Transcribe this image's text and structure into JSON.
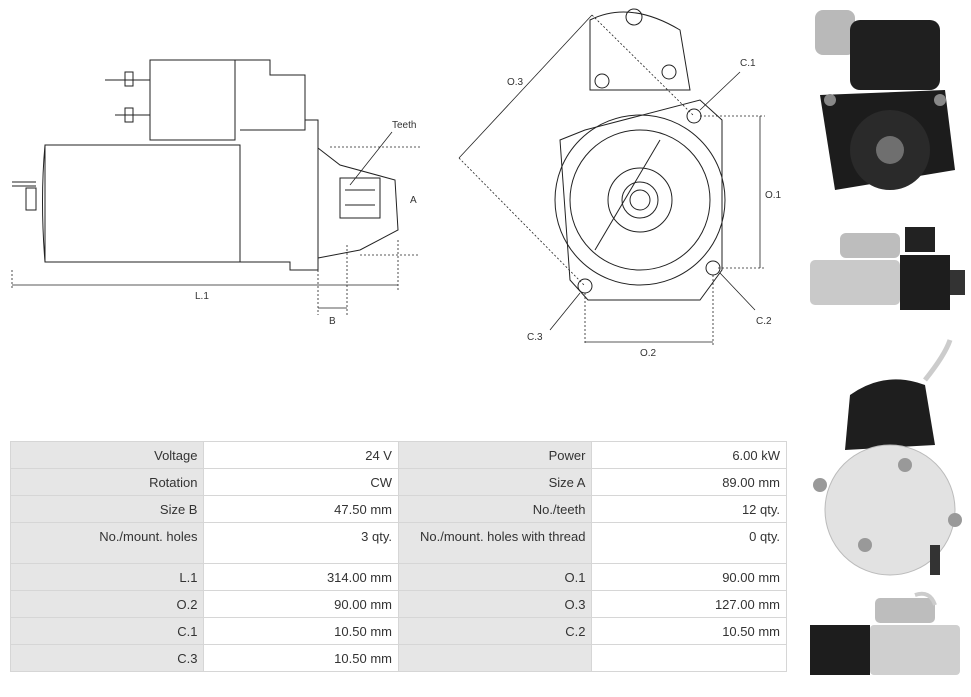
{
  "drawing": {
    "labels": {
      "teeth": "Teeth",
      "a": "A",
      "b": "B",
      "l1": "L.1",
      "o1": "O.1",
      "o2": "O.2",
      "o3": "O.3",
      "c1": "C.1",
      "c2": "C.2",
      "c3": "C.3"
    }
  },
  "specs": {
    "rows": [
      {
        "l1": "Voltage",
        "v1": "24 V",
        "l2": "Power",
        "v2": "6.00 kW"
      },
      {
        "l1": "Rotation",
        "v1": "CW",
        "l2": "Size A",
        "v2": "89.00 mm"
      },
      {
        "l1": "Size B",
        "v1": "47.50 mm",
        "l2": "No./teeth",
        "v2": "12 qty."
      },
      {
        "l1": "No./mount. holes",
        "v1": "3 qty.",
        "l2": "No./mount. holes with thread",
        "v2": "0 qty."
      },
      {
        "l1": "L.1",
        "v1": "314.00 mm",
        "l2": "O.1",
        "v2": "90.00 mm"
      },
      {
        "l1": "O.2",
        "v1": "90.00 mm",
        "l2": "O.3",
        "v2": "127.00 mm"
      },
      {
        "l1": "C.1",
        "v1": "10.50 mm",
        "l2": "C.2",
        "v2": "10.50 mm"
      },
      {
        "l1": "C.3",
        "v1": "10.50 mm",
        "l2": "",
        "v2": ""
      }
    ]
  },
  "colors": {
    "label_bg": "#e6e6e6",
    "border": "#d6d6d6",
    "line": "#222222"
  }
}
